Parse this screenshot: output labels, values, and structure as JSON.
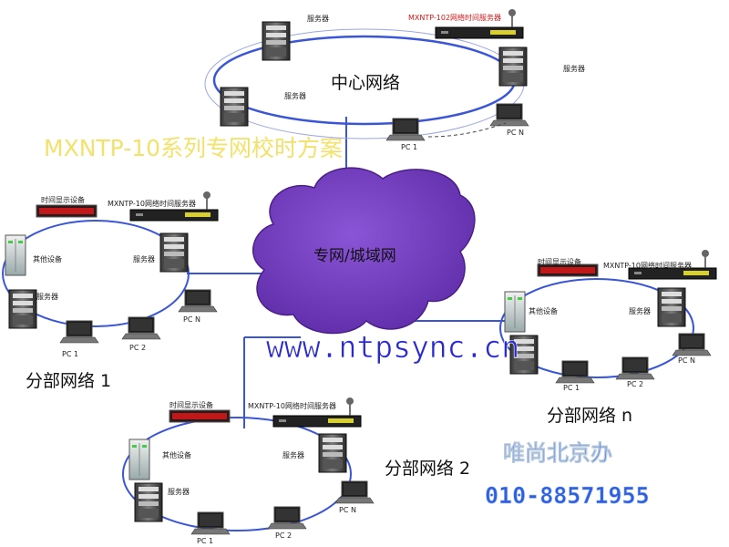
{
  "title": "MXNTP-10系列专网校时方案",
  "cloud_label": "专网/城域网",
  "website": "www.ntpsync.cn",
  "office": "唯尚北京办",
  "phone": "010-88571955",
  "colors": {
    "title": "#f3e26a",
    "cloud": "#7038b8",
    "network_line": "#3a56d6",
    "website": "#2a2ad0",
    "office": "#2c5fe8"
  },
  "center": {
    "label": "中心网络",
    "server_top": "服务器",
    "server_right": "服务器",
    "server_left": "服务器",
    "ntp_device": "MXNTP-102网络时间服务器",
    "pc_1": "PC 1",
    "pc_n": "PC N"
  },
  "branch1": {
    "label": "分部网络 1",
    "display": "时间显示设备",
    "ntp_device": "MXNTP-10网络时间服务器",
    "other": "其他设备",
    "server_right": "服务器",
    "server_left": "服务器",
    "pc_n": "PC N",
    "pc_1": "PC 1",
    "pc_2": "PC 2"
  },
  "branch2": {
    "label": "分部网络 2",
    "display": "时间显示设备",
    "ntp_device": "MXNTP-10网络时间服务器",
    "other": "其他设备",
    "server_right": "服务器",
    "server_left": "服务器",
    "pc_n": "PC N",
    "pc_1": "PC 1",
    "pc_2": "PC 2"
  },
  "branchn": {
    "label": "分部网络 n",
    "display": "时间显示设备",
    "ntp_device": "MXNTP-10网络时间服务器",
    "other": "其他设备",
    "server_right": "服务器",
    "pc_n": "PC N",
    "pc_1": "PC 1",
    "pc_2": "PC 2"
  }
}
